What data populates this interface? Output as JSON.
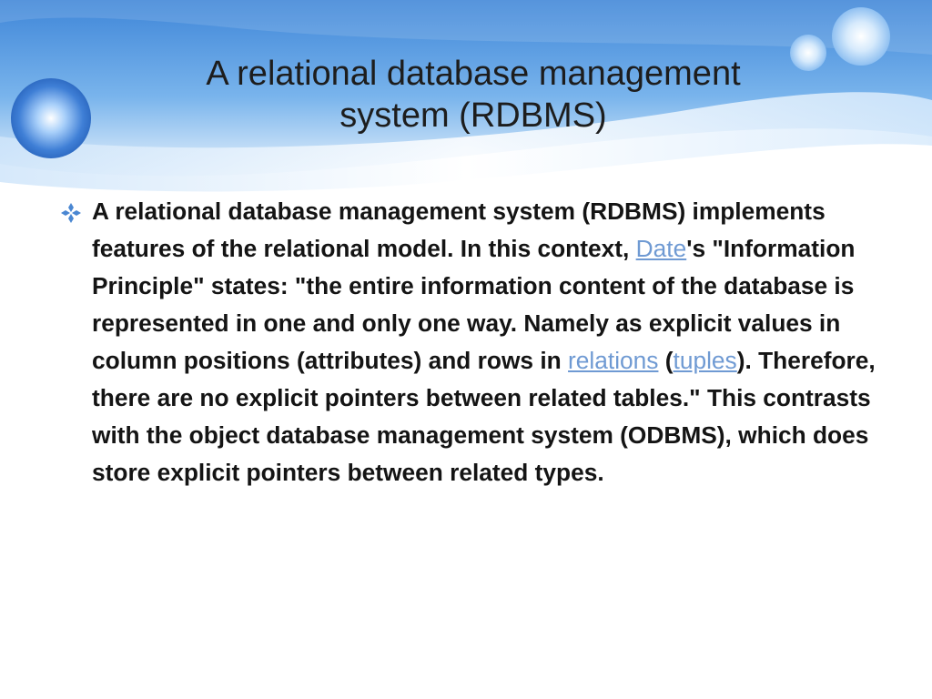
{
  "slide": {
    "title_line1": "A relational database management",
    "title_line2": "system (RDBMS)",
    "bullet_icon": "diamond-bullet-icon",
    "paragraph": {
      "part1": "A relational database management system (RDBMS) implements features of the relational model. In this context, ",
      "link_date": "Date",
      "part2": "'s \"Information Principle\" states: \"the entire information content of the database is represented in one and only one way. Namely as explicit values in column positions (attributes) and rows in ",
      "link_relations": "relations",
      "part3": " (",
      "link_tuples": "tuples",
      "part4": "). Therefore, there are no explicit pointers between related tables.\" This contrasts with the object database management system (ODBMS), which does store explicit pointers between related types."
    }
  },
  "colors": {
    "link": "#6f9ad3",
    "banner_blue": "#5b9ee4",
    "bullet": "#4a87d2"
  }
}
